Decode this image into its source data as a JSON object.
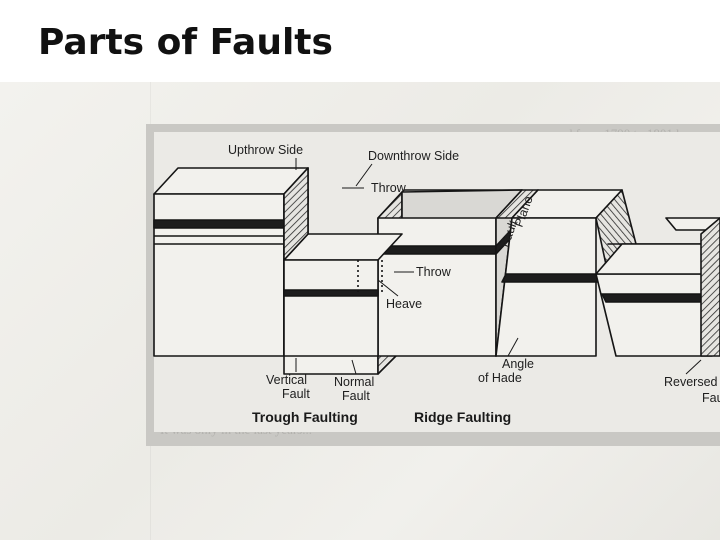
{
  "slide": {
    "title": "Parts of Faults"
  },
  "diagram": {
    "labels": {
      "upthrow_side": "Upthrow Side",
      "downthrow_side": "Downthrow Side",
      "throw_top": "Throw",
      "throw_mid": "Throw",
      "heave": "Heave",
      "fault_plane_1": "Fault",
      "fault_plane_2": "Plane",
      "angle_of_hade_1": "Angle",
      "angle_of_hade_2": "of Hade",
      "vertical_fault_1": "Vertical",
      "vertical_fault_2": "Fault",
      "normal_fault_1": "Normal",
      "normal_fault_2": "Fault",
      "reversed_fault_1": "Reversed",
      "reversed_fault_2": "Fau",
      "trough_faulting": "Trough Faulting",
      "ridge_faulting": "Ridge Faulting"
    }
  }
}
